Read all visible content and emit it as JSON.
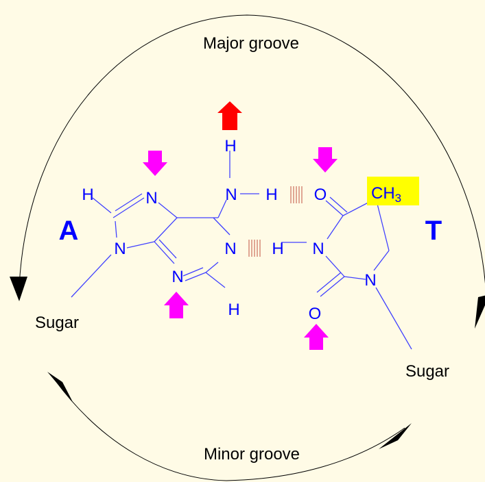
{
  "labels": {
    "major_groove": "Major groove",
    "minor_groove": "Minor groove",
    "sugar_left": "Sugar",
    "sugar_right": "Sugar",
    "base_a": "A",
    "base_t": "T"
  },
  "atoms": {
    "a_h8": "H",
    "a_n7": "N",
    "a_n9": "N",
    "a_n3": "N",
    "a_n1": "N",
    "a_n6": "N",
    "a_h6_top": "H",
    "a_h6_bond": "H",
    "a_h2": "H",
    "t_o4": "O",
    "t_n3": "N",
    "t_h3": "H",
    "t_n1": "N",
    "t_o2": "O",
    "t_ch3_main": "CH",
    "t_ch3_sub": "3"
  },
  "colors": {
    "background": "#fffbe6",
    "atom_text": "#0000ff",
    "bond_line": "#4040ff",
    "groove_line": "#000000",
    "hbond": "#c05040",
    "arrow_acceptor": "#ff00ff",
    "arrow_donor": "#ff0000",
    "methyl_highlight": "#ffff00"
  },
  "icons": {
    "arrow_down": "arrow-down-icon",
    "arrow_up": "arrow-up-icon"
  }
}
